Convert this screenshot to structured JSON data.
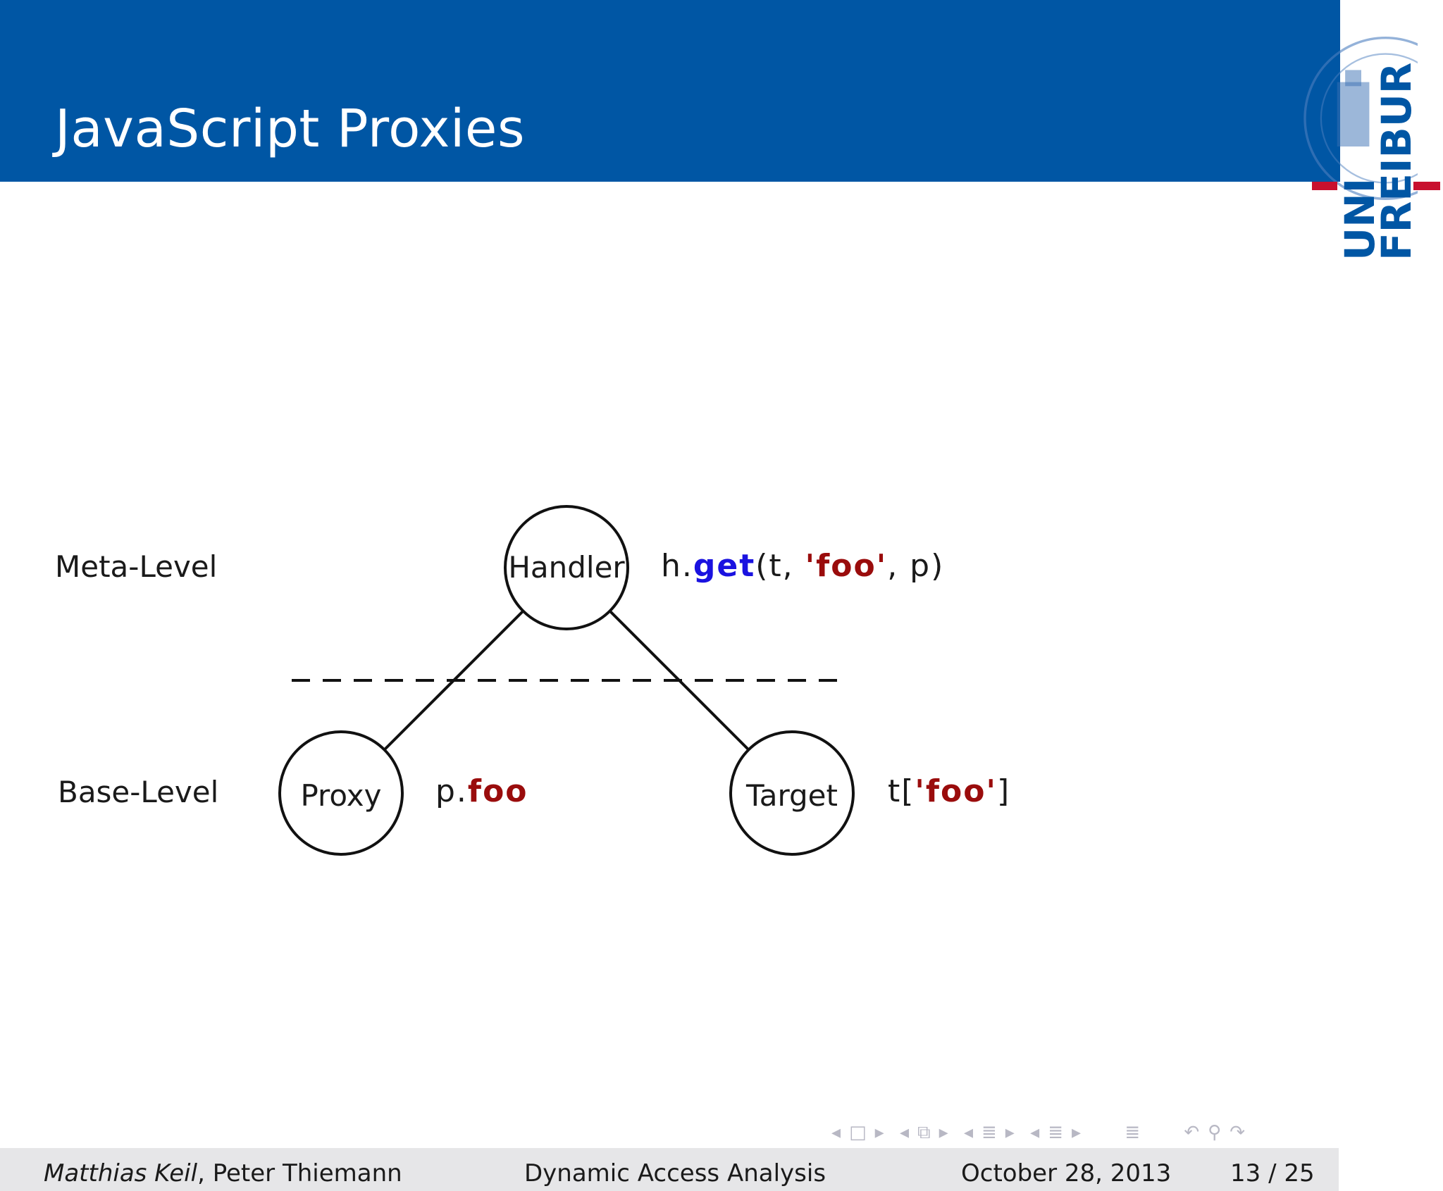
{
  "header": {
    "title": "JavaScript Proxies"
  },
  "logo": {
    "line1": "UNI",
    "line2": "FREIBURG"
  },
  "diagram": {
    "meta_level_label": "Meta-Level",
    "base_level_label": "Base-Level",
    "nodes": {
      "handler": "Handler",
      "proxy": "Proxy",
      "target": "Target"
    },
    "code_handler": {
      "prefix": "h.",
      "method": "get",
      "args_open": "(t, ",
      "string": "'foo'",
      "args_close": ", p)"
    },
    "code_proxy": {
      "prefix": "p.",
      "prop": "foo"
    },
    "code_target": {
      "prefix": "t[",
      "string": "'foo'",
      "suffix": "]"
    }
  },
  "footer": {
    "author_primary": "Matthias Keil",
    "author_rest": ", Peter Thiemann",
    "talk_title": "Dynamic Access Analysis",
    "date": "October 28, 2013",
    "page": "13 / 25"
  },
  "colors": {
    "header_blue": "#0056a4",
    "keyword_blue": "#1a12e0",
    "string_red": "#9a0c0c",
    "logo_red": "#c8102e",
    "footer_gray": "#e6e6e8"
  },
  "nav_icons": [
    "arrow-left-icon",
    "frame-icon",
    "arrow-right-icon",
    "arrow-left-icon",
    "frames-icon",
    "arrow-right-icon",
    "arrow-left-icon",
    "section-icon",
    "arrow-right-icon",
    "arrow-left-icon",
    "subsection-icon",
    "arrow-right-icon",
    "outline-icon",
    "undo-icon",
    "search-icon",
    "redo-icon"
  ]
}
